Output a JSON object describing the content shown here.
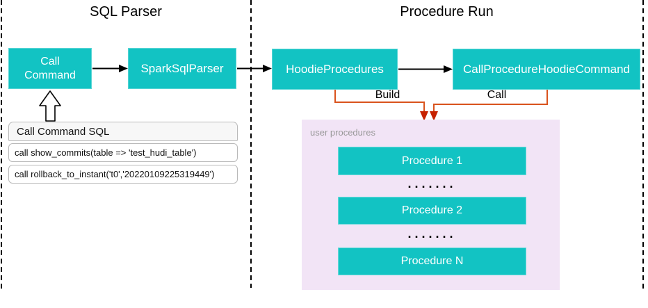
{
  "diagram": {
    "lanes": [
      {
        "title": "SQL Parser"
      },
      {
        "title": "Procedure Run"
      }
    ],
    "nodes": {
      "call_command": "Call Command",
      "spark_sql_parser": "SparkSqlParser",
      "hoodie_procedures": "HoodieProcedures",
      "call_procedure_hoodie_command": "CallProcedureHoodieCommand"
    },
    "edge_labels": {
      "build": "Build",
      "call": "Call"
    },
    "sql_panel": {
      "title": "Call Command SQL",
      "statements": [
        "call show_commits(table => 'test_hudi_table')",
        "call rollback_to_instant('t0','20220109225319449')"
      ]
    },
    "user_procedures": {
      "label": "user procedures",
      "items": [
        "Procedure 1",
        "Procedure 2",
        "Procedure N"
      ],
      "ellipsis": "......."
    },
    "colors": {
      "node_fill": "#12C3C3",
      "group_fill": "#F2E4F6",
      "edge_orange": "#D9531D",
      "arrowhead_red": "#C62200"
    }
  }
}
